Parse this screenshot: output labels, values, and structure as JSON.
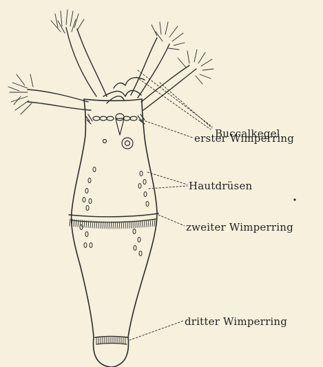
{
  "labels": {
    "buccalkegel": "Buccalkegel",
    "erster_wimperring": "erster Wimperring",
    "hautdruesen": "Hautdrüsen",
    "zweiter_wimperring": "zweiter Wimperring",
    "dritter_wimperring": "dritter Wimperring"
  },
  "colors": {
    "paper": "#f6f0dc",
    "ink": "#2a2a2a"
  }
}
